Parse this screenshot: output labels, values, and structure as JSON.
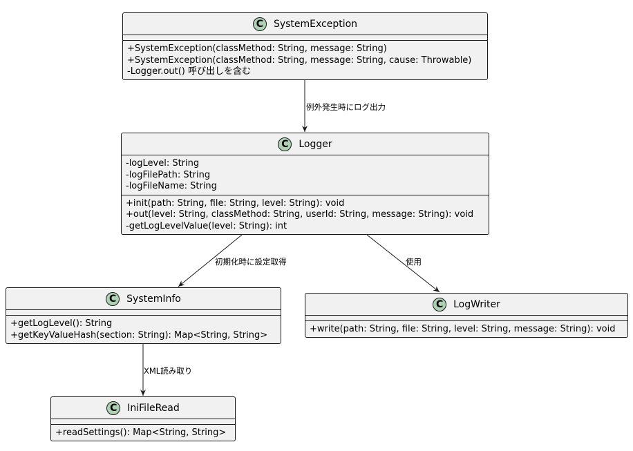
{
  "classes": {
    "system_exception": {
      "name": "SystemException",
      "fields": [],
      "methods": [
        "+SystemException(classMethod: String, message: String)",
        "+SystemException(classMethod: String, message: String, cause: Throwable)",
        "-Logger.out() 呼び出しを含む"
      ]
    },
    "logger": {
      "name": "Logger",
      "fields": [
        "-logLevel: String",
        "-logFilePath: String",
        "-logFileName: String"
      ],
      "methods": [
        "+init(path: String, file: String, level: String): void",
        "+out(level: String, classMethod: String, userId: String, message: String): void",
        "-getLogLevelValue(level: String): int"
      ]
    },
    "system_info": {
      "name": "SystemInfo",
      "fields": [],
      "methods": [
        "+getLogLevel(): String",
        "+getKeyValueHash(section: String): Map<String, String>"
      ]
    },
    "log_writer": {
      "name": "LogWriter",
      "fields": [],
      "methods": [
        "+write(path: String, file: String, level: String, message: String): void"
      ]
    },
    "ini_file_read": {
      "name": "IniFileRead",
      "fields": [],
      "methods": [
        "+readSettings(): Map<String, String>"
      ]
    }
  },
  "class_badge": "C",
  "relations": {
    "exception_to_logger": "例外発生時にログ出力",
    "logger_to_systeminfo": "初期化時に設定取得",
    "logger_to_logwriter": "使用",
    "systeminfo_to_inifileread": "XML読み取り"
  },
  "colors": {
    "class_fill": "#f1f1f1",
    "badge_fill": "#add1b2",
    "line": "#181818"
  }
}
